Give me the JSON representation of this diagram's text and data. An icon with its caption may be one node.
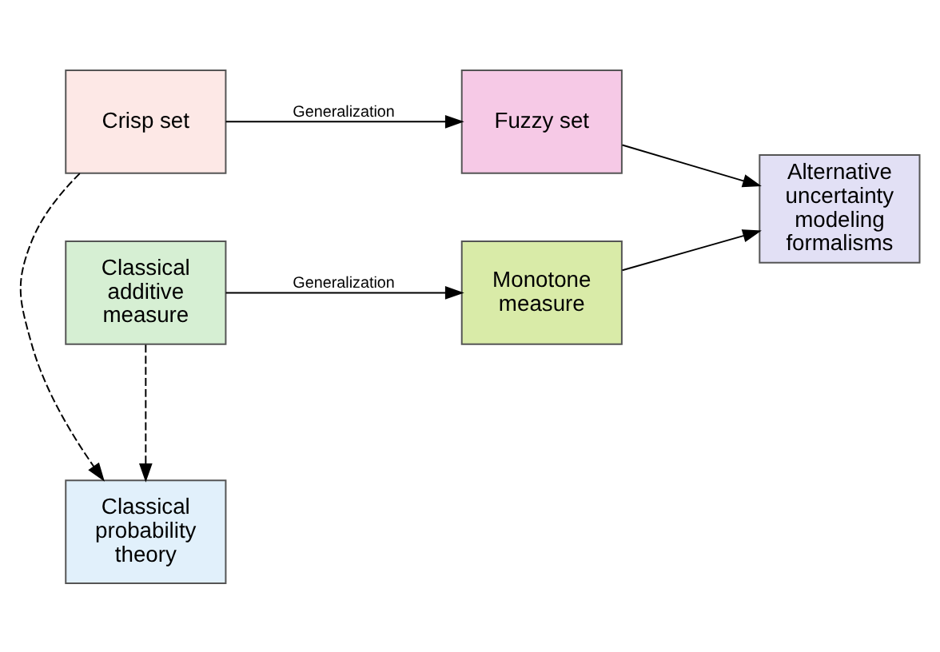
{
  "diagram": {
    "nodes": [
      {
        "text": [
          "Crisp set"
        ]
      },
      {
        "text": [
          "Fuzzy set"
        ]
      },
      {
        "text": [
          "Classical probability theory"
        ]
      },
      {
        "text": [
          "Alternative uncertainty modeling formalisms"
        ]
      },
      {
        "text": [
          "Classical additive measure"
        ]
      },
      {
        "text": [
          "Monotone measure"
        ]
      }
    ],
    "edges": [
      {
        "from": 0,
        "to": 1,
        "arrow": "to",
        "label": "Generalization"
      },
      {
        "from": 0,
        "to": 2,
        "arrow": "to",
        "style": "dashed"
      },
      {
        "from": 4,
        "to": 2,
        "arrow": "to",
        "style": "dashed"
      },
      {
        "from": 4,
        "to": 5,
        "arrow": "to",
        "label": "Generalization"
      },
      {
        "from": 1,
        "to": 3,
        "arrow": "to"
      },
      {
        "from": 5,
        "to": 3,
        "arrow": "to"
      }
    ]
  }
}
